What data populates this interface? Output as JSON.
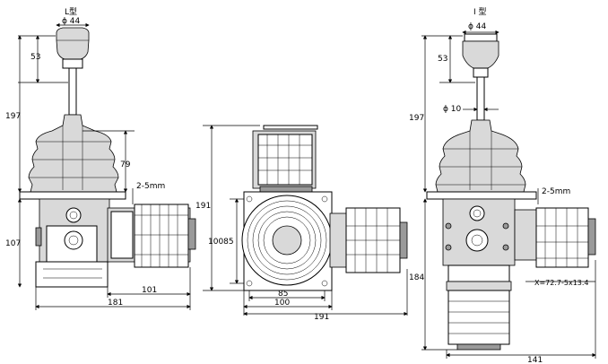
{
  "left_view": {
    "type_label": "L型",
    "dia_label": "ϕ 44",
    "dim_53": "53",
    "dim_197": "197",
    "dim_79": "79",
    "dim_gap": "2-5mm",
    "dim_107": "107",
    "dim_101": "101",
    "dim_181": "181"
  },
  "middle_view": {
    "dim_191_vertical": "191",
    "dim_10085": "10085",
    "dim_85": "85",
    "dim_100": "100",
    "dim_191_horizontal": "191"
  },
  "right_view": {
    "type_label": "I 型",
    "dia_label": "ϕ 44",
    "dim_53": "53",
    "dim_197": "197",
    "dim_10": "ϕ 10",
    "dim_gap": "2-5mm",
    "dim_184": "184",
    "dim_x": "X=72.7-5x13.4",
    "dim_141": "141"
  }
}
